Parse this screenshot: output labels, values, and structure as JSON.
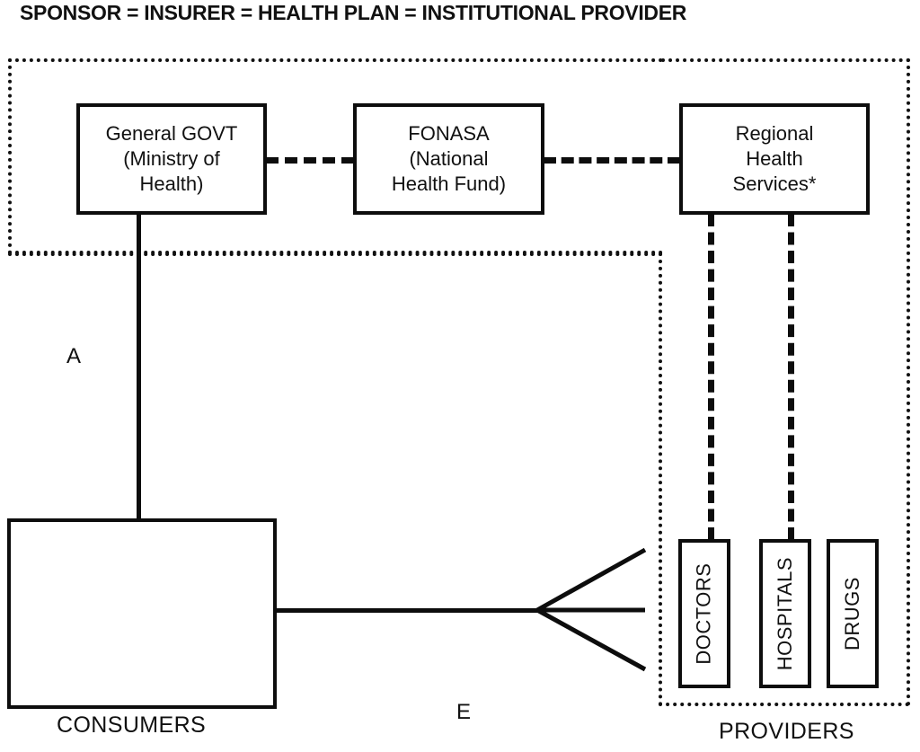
{
  "title": "SPONSOR = INSURER = HEALTH PLAN = INSTITUTIONAL PROVIDER",
  "regions": {
    "sponsor_region": {
      "name": "sponsor-region",
      "label": ""
    },
    "consumer_region": {
      "name": "consumer-region",
      "label": ""
    },
    "providers_region": {
      "name": "providers-region",
      "label": "PROVIDERS"
    }
  },
  "nodes": {
    "general_govt": {
      "line1": "General GOVT",
      "line2": "(Ministry of",
      "line3": "Health)"
    },
    "fonasa": {
      "line1": "FONASA",
      "line2": "(National",
      "line3": "Health Fund)"
    },
    "regional_health_services": {
      "line1": "Regional",
      "line2": "Health",
      "line3": "Services*"
    },
    "consumers": {
      "label": "CONSUMERS"
    },
    "doctors": {
      "label": "DOCTORS"
    },
    "hospitals": {
      "label": "HOSPITALS"
    },
    "drugs": {
      "label": "DRUGS"
    }
  },
  "edge_labels": {
    "a": "A",
    "e": "E"
  },
  "colors": {
    "stroke": "#0d0d0d",
    "text": "#111111",
    "background": "#ffffff"
  }
}
